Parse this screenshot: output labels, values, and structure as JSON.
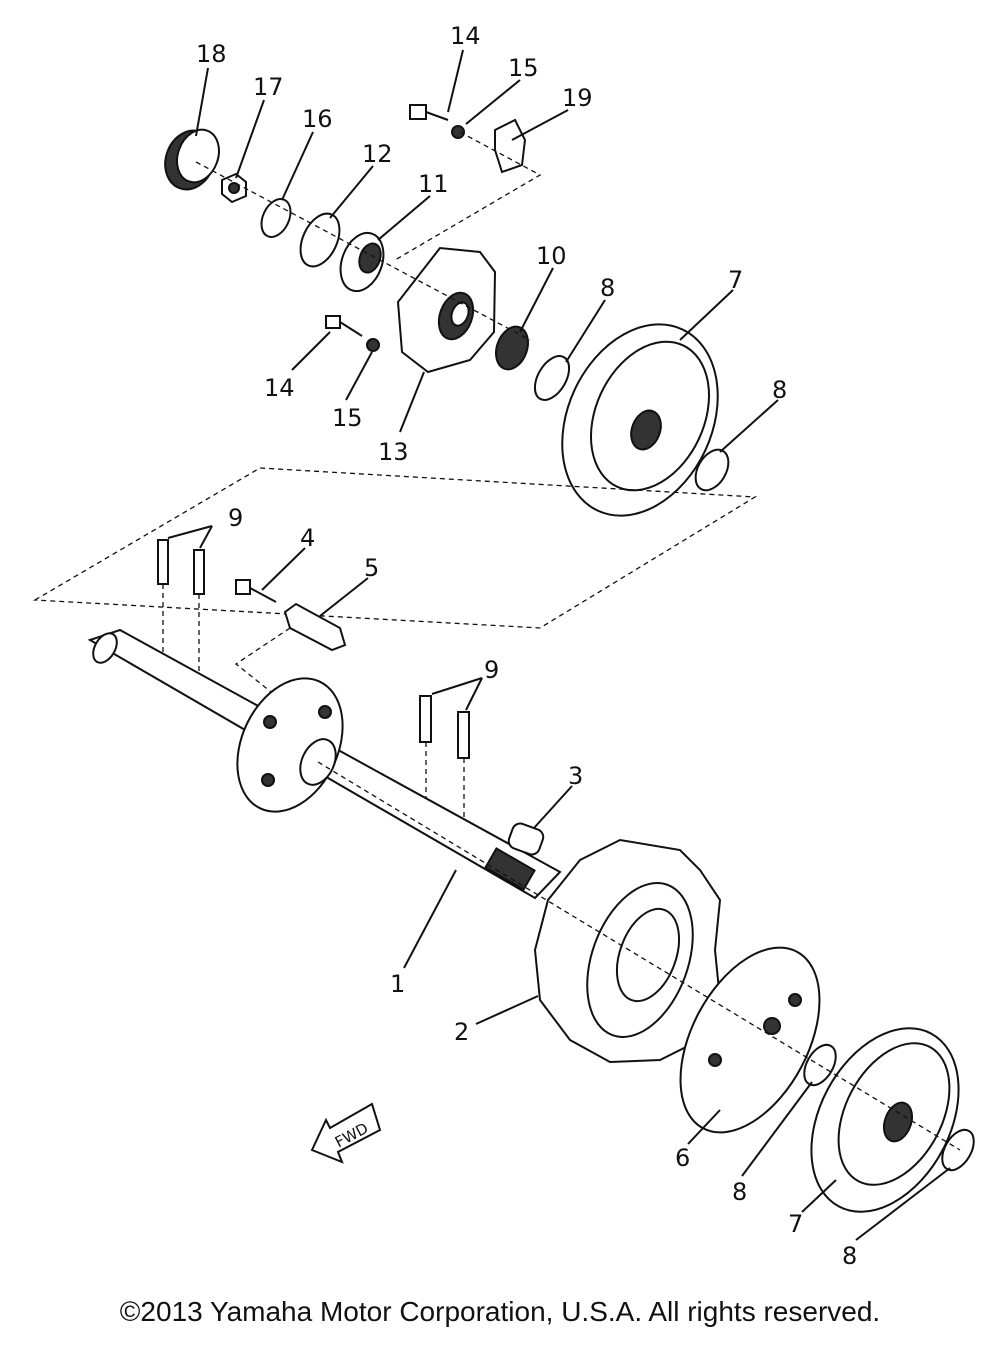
{
  "callouts": [
    "1",
    "2",
    "3",
    "4",
    "5",
    "6",
    "7",
    "8",
    "9",
    "10",
    "11",
    "12",
    "13",
    "14",
    "15",
    "16",
    "17",
    "18",
    "19"
  ],
  "fwd_label": "FWD",
  "copyright": "©2013 Yamaha Motor Corporation, U.S.A. All rights reserved."
}
